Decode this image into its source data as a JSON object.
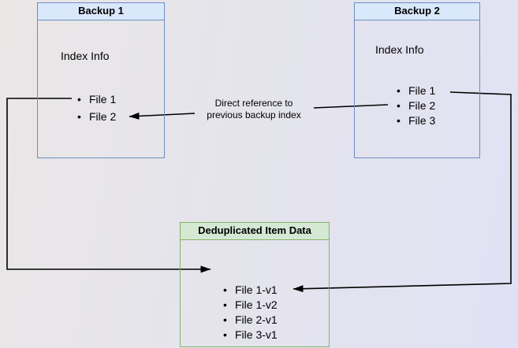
{
  "diagram": {
    "boxes": {
      "backup1": {
        "title": "Backup 1",
        "subtitle": "Index Info",
        "items": [
          "File 1",
          "File 2"
        ]
      },
      "backup2": {
        "title": "Backup 2",
        "subtitle": "Index Info",
        "items": [
          "File 1",
          "File 2",
          "File 3"
        ]
      },
      "dedup": {
        "title": "Deduplicated Item Data",
        "items": [
          "File 1-v1",
          "File 1-v2",
          "File 2-v1",
          "File 3-v1"
        ]
      }
    },
    "bullet_glyph": "•",
    "annotations": {
      "direct_reference": {
        "line1": "Direct reference to",
        "line2": "previous backup index"
      }
    },
    "edges": [
      {
        "from": "Backup 1 / File 1",
        "to": "Deduplicated Item Data / File 1-v1",
        "label": ""
      },
      {
        "from": "Backup 2 / File 2",
        "to": "Backup 1 / File 2",
        "label": "Direct reference to previous backup index"
      },
      {
        "from": "Backup 2 / File 1",
        "to": "Deduplicated Item Data / File 1-v2",
        "label": ""
      }
    ],
    "colors": {
      "blue_header_fill": "#dae8fc",
      "blue_border": "#6c8ebf",
      "green_header_fill": "#d5e8d4",
      "green_border": "#82b366",
      "connector": "#000000",
      "background_left": "#eae7e7",
      "background_right": "#e0e1f4"
    }
  }
}
